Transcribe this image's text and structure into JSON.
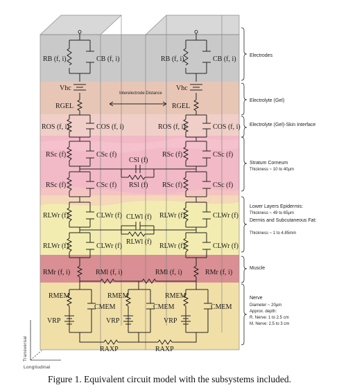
{
  "caption": "Figure 1. Equivalent circuit model with the subsystems included.",
  "colors": {
    "electrodes": "#c9c9c9",
    "electrolyte_gel": "#e8c6b6",
    "electrolyte_skin_interface": "#f0cfc8",
    "stratum_corneum": "#f2b9c6",
    "lower_layers": "#f2ecb0",
    "muscle": "#d98f93",
    "nerve": "#f1dfa8"
  },
  "layers": [
    {
      "id": "electrodes",
      "label": "Electrodes"
    },
    {
      "id": "electrolyte_gel",
      "label": "Electrolyte (Gel)"
    },
    {
      "id": "electrolyte_skin_interface",
      "label": "Electrolyte (Gel)-Skin Interface"
    },
    {
      "id": "stratum_corneum",
      "label": "Stratum Corneum",
      "note": "Thickness ~ 10 to 40μm"
    },
    {
      "id": "lower_layers",
      "label": "Lower Layers Epidermis:",
      "note": "Thickness ~ 49 to 65μm",
      "label2": "Dermis and Subcutaneous Fat:",
      "note2": "Thickness ~ 1 to 4.85mm"
    },
    {
      "id": "muscle",
      "label": "Muscle"
    },
    {
      "id": "nerve",
      "label": "Nerve",
      "notes": [
        "Diameter ~ 20μm",
        "Approx. depth:",
        "R. Nerve: 1 to 2.5 cm",
        "M. Nerve: 2.5 to 3 cm"
      ]
    }
  ],
  "components": {
    "rb": "RB (f, i)",
    "cb": "CB (f, i)",
    "vhc": "Vhc",
    "rgel": "RGEL",
    "interelectrode": "Interelectrode Distance",
    "ros": "ROS (f, i)",
    "cos": "COS (f, i)",
    "rsc": "RSc (f)",
    "csc": "CSc (f)",
    "csi": "CSl (f)",
    "rsi": "RSl (f)",
    "rlw": "RLWr (f)",
    "clw": "CLWr (f)",
    "clwi": "CLWl (f)",
    "rlwi": "RLWl (f)",
    "rmr": "RMr (f, i)",
    "rml": "RMl (f, i)",
    "rmem": "RMEM",
    "cmem": "CMEM",
    "vrp": "VRP",
    "raxp": "RAXP"
  },
  "axes": {
    "transversal": "Transversal",
    "longitudinal": "Longitudinal"
  }
}
